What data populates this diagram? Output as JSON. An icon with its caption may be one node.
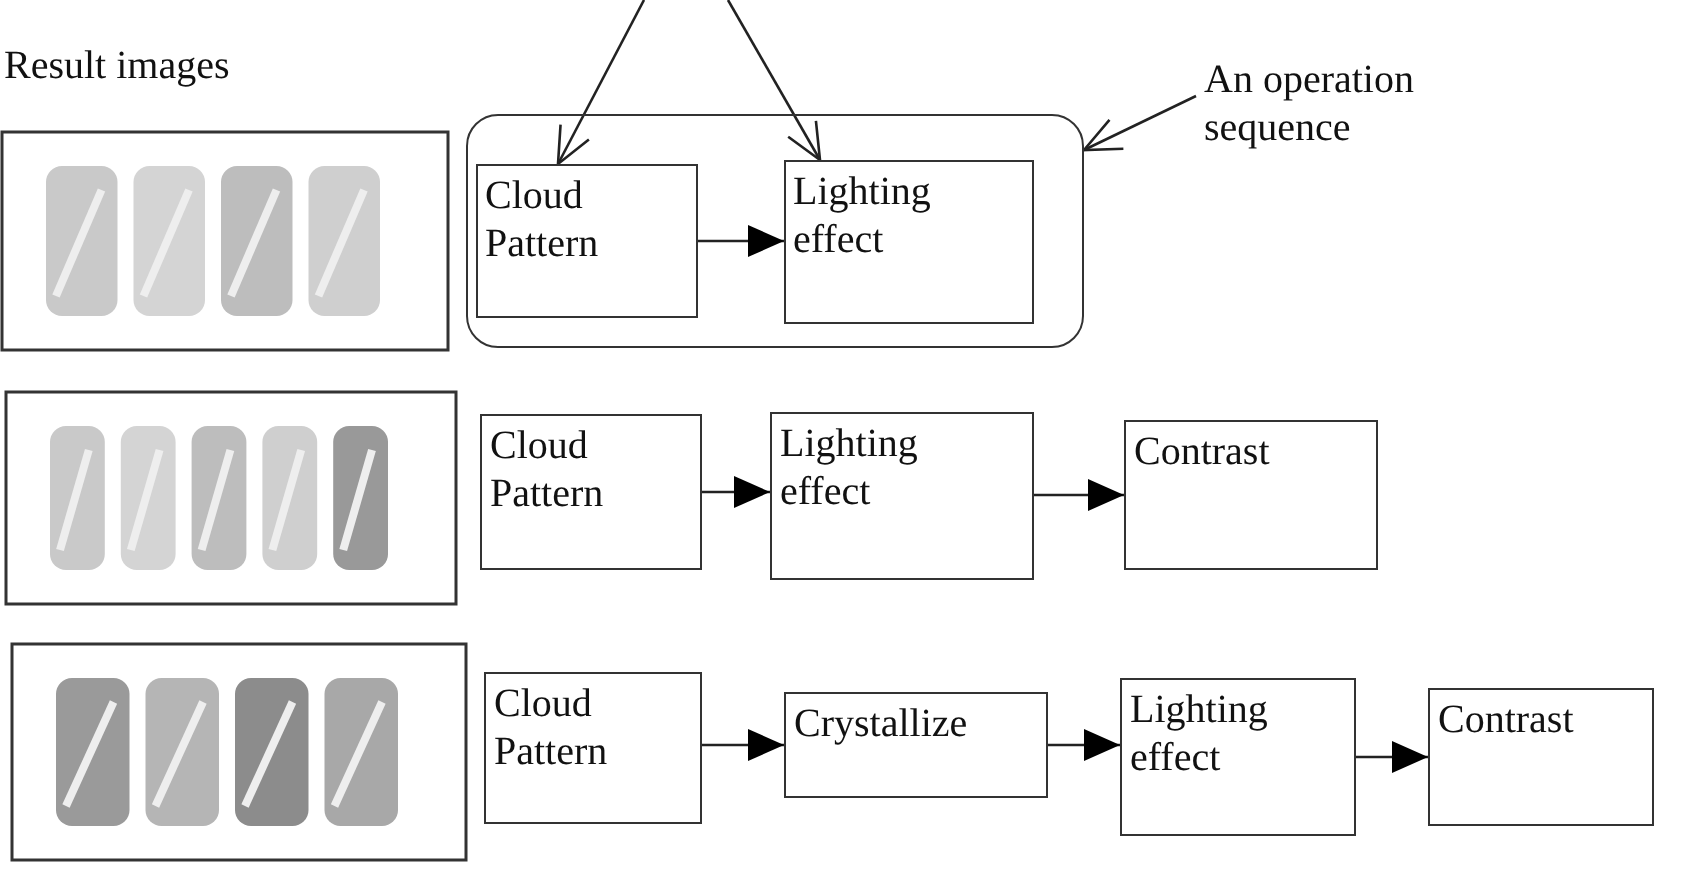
{
  "diagram": {
    "nodes": [
      {
        "text": [
          "An operation sequence"
        ]
      },
      {
        "text": [],
        "shape": "box"
      },
      {
        "text": [
          "Cloud Pattern"
        ],
        "in": 1
      },
      {
        "text": [
          "Lighting effect"
        ],
        "in": 1
      },
      {
        "text": [
          "Cloud Pattern"
        ]
      },
      {
        "text": [
          "Lighting effect"
        ]
      },
      {
        "text": [
          "Contrast"
        ]
      },
      {
        "text": [
          "Cloud Pattern"
        ]
      },
      {
        "text": [
          "Crystallize"
        ]
      },
      {
        "text": [
          "Lighting effect"
        ]
      },
      {
        "text": [
          "Contrast"
        ]
      }
    ],
    "edges": [
      {
        "from": null,
        "to": 2,
        "arrow": "to"
      },
      {
        "from": null,
        "to": 3,
        "arrow": "to"
      },
      {
        "from": 0,
        "to": 1,
        "arrow": "to"
      },
      {
        "from": 2,
        "to": 3,
        "arrow": "to"
      },
      {
        "from": 4,
        "to": 5,
        "arrow": "to"
      },
      {
        "from": 5,
        "to": 6,
        "arrow": "to"
      },
      {
        "from": 7,
        "to": 8,
        "arrow": "to"
      },
      {
        "from": 8,
        "to": 9,
        "arrow": "to"
      },
      {
        "from": 9,
        "to": 10,
        "arrow": "to"
      }
    ],
    "labels": [
      "Result images"
    ]
  }
}
